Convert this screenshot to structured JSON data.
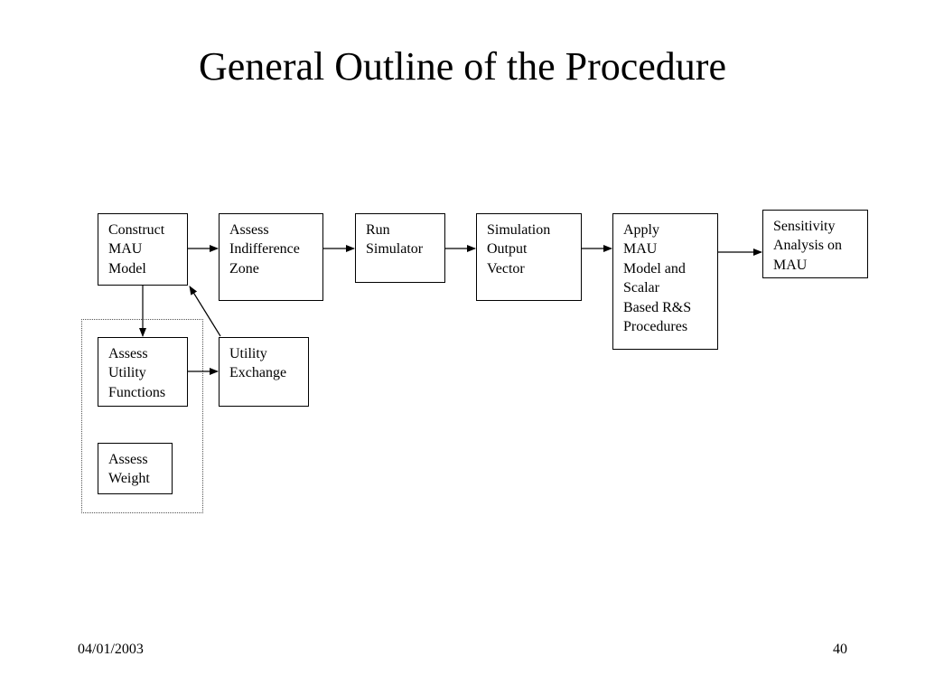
{
  "title": "General Outline of the Procedure",
  "boxes": {
    "construct_mau_model": [
      "Construct",
      "MAU",
      "Model"
    ],
    "assess_indifference_zone": [
      "Assess",
      "Indifference",
      "Zone"
    ],
    "run_simulator": [
      "Run",
      "Simulator"
    ],
    "simulation_output_vector": [
      "Simulation",
      "Output",
      "Vector"
    ],
    "apply_mau_model": [
      "Apply",
      "MAU",
      "Model and",
      "Scalar",
      "Based R&S",
      "Procedures"
    ],
    "sensitivity_analysis": [
      "Sensitivity",
      "Analysis on",
      "MAU"
    ],
    "assess_utility_functions": [
      "Assess",
      "Utility",
      "Functions"
    ],
    "utility_exchange": [
      "Utility",
      "Exchange"
    ],
    "assess_weight": [
      "Assess",
      "Weight"
    ]
  },
  "footer": {
    "date": "04/01/2003",
    "page_number": "40"
  }
}
